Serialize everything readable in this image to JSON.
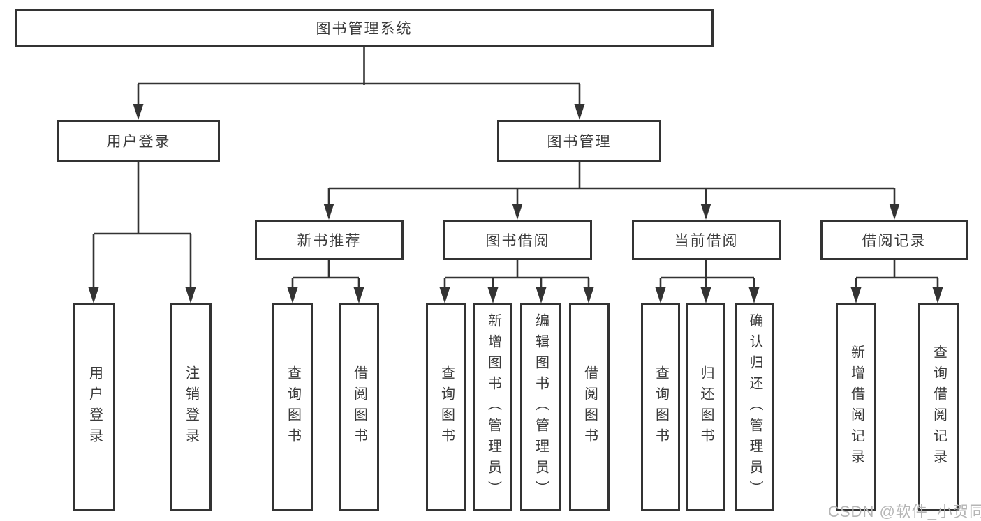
{
  "diagram": {
    "root": {
      "label": "图书管理系统"
    },
    "level2": [
      {
        "label": "用户登录"
      },
      {
        "label": "图书管理"
      }
    ],
    "level3": [
      {
        "label": "新书推荐"
      },
      {
        "label": "图书借阅"
      },
      {
        "label": "当前借阅"
      },
      {
        "label": "借阅记录"
      }
    ],
    "leaves": {
      "user_login": [
        "用户登录",
        "注销登录"
      ],
      "new_books": [
        "查询图书",
        "借阅图书"
      ],
      "book_borrow": [
        "查询图书",
        "新增图书（管理员）",
        "编辑图书（管理员）",
        "借阅图书"
      ],
      "current_borrow": [
        "查询图书",
        "归还图书",
        "确认归还（管理员）"
      ],
      "borrow_records": [
        "新增借阅记录",
        "查询借阅记录"
      ]
    },
    "watermark": "CSDN @软件_小贺同学",
    "colors": {
      "line": "#333333",
      "text": "#3a3a3a",
      "watermark": "#b5b5b5",
      "background": "#ffffff"
    }
  }
}
